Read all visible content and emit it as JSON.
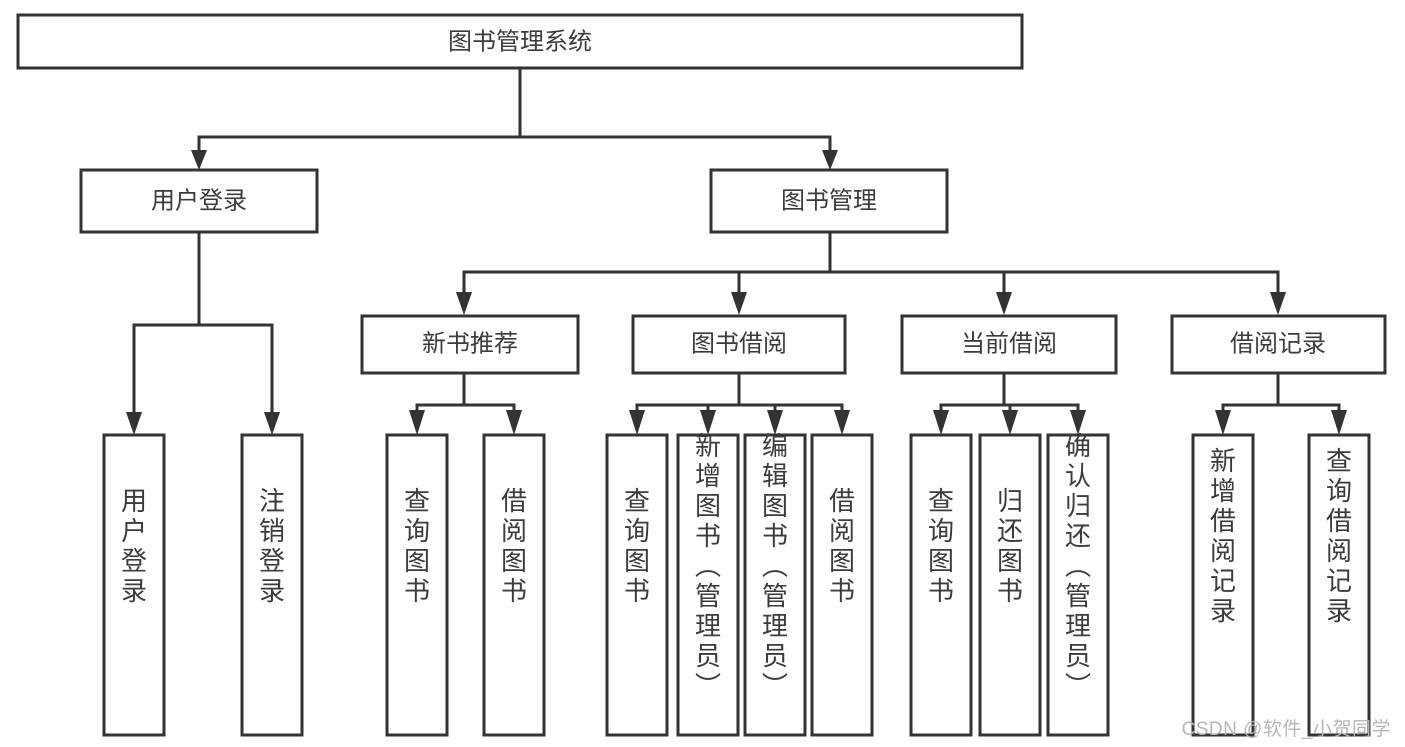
{
  "diagram": {
    "title": "图书管理系统",
    "watermark": "CSDN @软件_小贺同学",
    "colors": {
      "stroke": "#333333",
      "fill": "#ffffff",
      "text": "#3b3b3b",
      "watermark": "#b6b6b6"
    },
    "levels": {
      "root": {
        "label": "图书管理系统"
      },
      "level2": [
        {
          "label": "用户登录"
        },
        {
          "label": "图书管理"
        }
      ],
      "level3": [
        {
          "label": "新书推荐"
        },
        {
          "label": "图书借阅"
        },
        {
          "label": "当前借阅"
        },
        {
          "label": "借阅记录"
        }
      ]
    },
    "leaves": {
      "user_login": [
        {
          "label": "用户登录"
        },
        {
          "label": "注销登录"
        }
      ],
      "new_book_recommend": [
        {
          "label": "查询图书"
        },
        {
          "label": "借阅图书"
        }
      ],
      "book_borrow": [
        {
          "label": "查询图书"
        },
        {
          "label": "新增图书（管理员）"
        },
        {
          "label": "编辑图书（管理员）"
        },
        {
          "label": "借阅图书"
        }
      ],
      "current_borrow": [
        {
          "label": "查询图书"
        },
        {
          "label": "归还图书"
        },
        {
          "label": "确认归还（管理员）"
        }
      ],
      "borrow_record": [
        {
          "label": "新增借阅记录"
        },
        {
          "label": "查询借阅记录"
        }
      ]
    }
  }
}
